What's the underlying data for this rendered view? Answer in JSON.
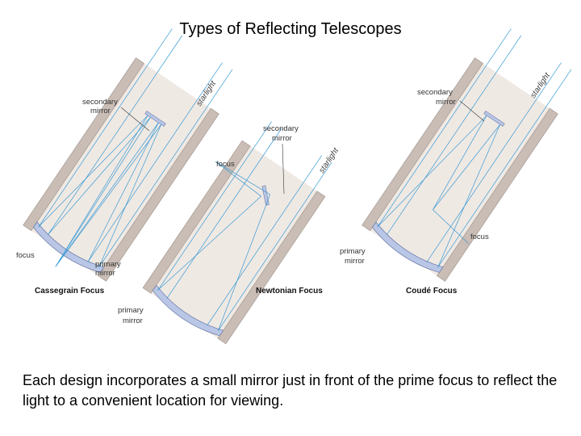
{
  "title": "Types of Reflecting Telescopes",
  "caption": "Each design incorporates a small mirror just in front of the prime focus to reflect the light to a convenient location for viewing.",
  "colors": {
    "tube": "#c9bdb5",
    "tube_inner": "#efe9e4",
    "ray": "#3a9ad4",
    "mirror": "#b9c6e6"
  },
  "diagrams": {
    "cassegrain": {
      "name": "Cassegrain Focus",
      "secondary_label_1": "secondary",
      "secondary_label_2": "mirror",
      "starlight": "starlight",
      "focus": "focus",
      "primary_label_1": "primary",
      "primary_label_2": "mirror"
    },
    "newtonian": {
      "name": "Newtonian Focus",
      "secondary_label_1": "secondary",
      "secondary_label_2": "mirror",
      "starlight": "starlight",
      "focus": "focus",
      "primary_label_1": "primary",
      "primary_label_2": "mirror"
    },
    "coude": {
      "name": "Coudé Focus",
      "secondary_label_1": "secondary",
      "secondary_label_2": "mirror",
      "starlight": "starlight",
      "focus": "focus",
      "primary_label_1": "primary",
      "primary_label_2": "mirror"
    }
  }
}
